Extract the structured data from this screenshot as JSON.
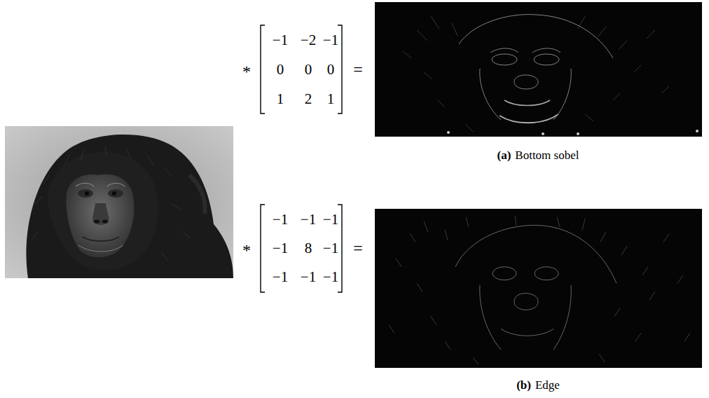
{
  "diagram": {
    "labels": [
      "*",
      "−1",
      "−2",
      "−1",
      "0",
      "0",
      "0",
      "1",
      "2",
      "1",
      "=",
      "(a)",
      "Bottom sobel",
      "*",
      "−1",
      "−1",
      "−1",
      "−1",
      "8",
      "−1",
      "−1",
      "−1",
      "−1",
      "=",
      "(b)",
      "Edge"
    ]
  }
}
